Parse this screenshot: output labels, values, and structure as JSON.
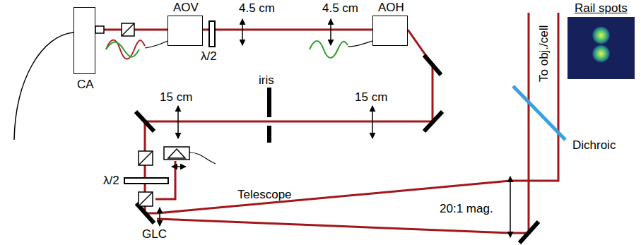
{
  "diagram": {
    "nodes": [
      {
        "text": [
          "CA"
        ]
      },
      {
        "text": [
          "AOV"
        ]
      },
      {
        "text": [
          "AOH"
        ]
      },
      {
        "text": [
          "Rail spots"
        ]
      }
    ],
    "edges": [
      {
        "from": 0,
        "to": 1,
        "arrow": "none"
      },
      {
        "from": 1,
        "to": 2,
        "arrow": "none"
      }
    ],
    "labels": [
      "4.5 cm",
      "4.5 cm",
      "λ/2",
      "iris",
      "15 cm",
      "15 cm",
      "λ/2",
      "GLC",
      "Telescope",
      "20:1 mag.",
      "To obj./cell",
      "Dichroic"
    ]
  }
}
